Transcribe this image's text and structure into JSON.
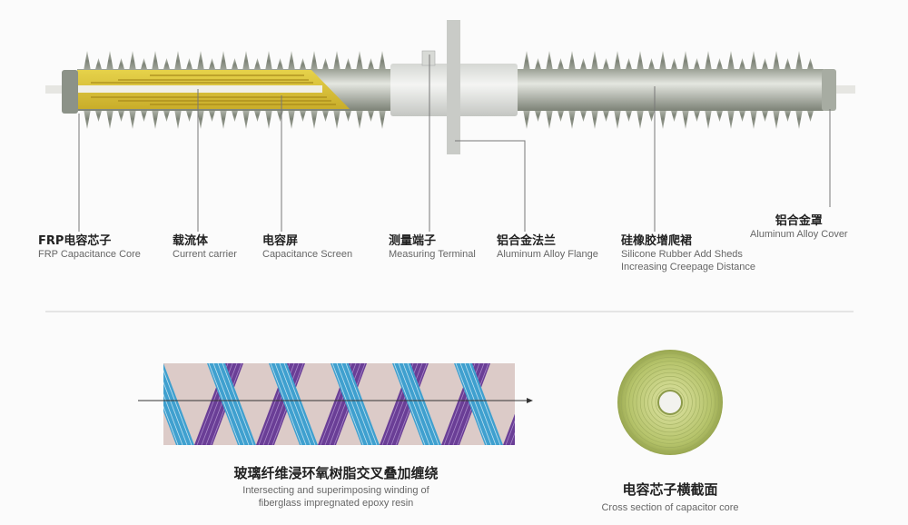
{
  "labels": [
    {
      "cn": "FRP电容芯子",
      "en": "FRP Capacitance Core"
    },
    {
      "cn": "载流体",
      "en": "Current carrier"
    },
    {
      "cn": "电容屏",
      "en": "Capacitance Screen"
    },
    {
      "cn": "测量端子",
      "en": "Measuring Terminal"
    },
    {
      "cn": "铝合金法兰",
      "en": "Aluminum Alloy Flange"
    },
    {
      "cn": "硅橡胶增爬裙",
      "en1": "Silicone Rubber Add Sheds",
      "en2": "Increasing Creepage Distance"
    },
    {
      "cn": "铝合金罩",
      "en": "Aluminum Alloy Cover"
    }
  ],
  "winding": {
    "cn": "玻璃纤维浸环氧树脂交叉叠加缠绕",
    "en1": "Intersecting and superimposing winding of",
    "en2": "fiberglass impregnated epoxy resin"
  },
  "cross_section": {
    "cn": "电容芯子横截面",
    "en": "Cross section of capacitor core"
  },
  "colors": {
    "core_yellow": "#d8c23a",
    "shed_gray": "#8e9488",
    "winding_blue": "#3fa0cf",
    "winding_purple": "#6a3e96",
    "cross_green": "#b7c46a"
  }
}
